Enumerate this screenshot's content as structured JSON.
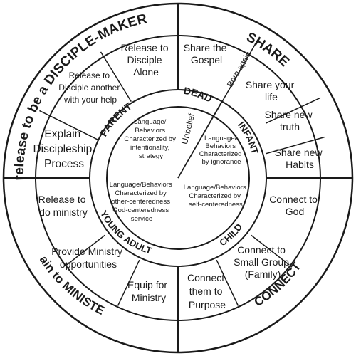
{
  "outer_ring": {
    "top_left": "release to be a DISCIPLE-MAKER",
    "top_right": "SHARE",
    "bottom_left": "Train to MINISTER",
    "bottom_right": "CONNECT"
  },
  "middle_ring": {
    "dead": "DEAD",
    "infant": "INFANT",
    "child": "CHILD",
    "young_adult": "YOUNG ADULT",
    "parent": "PARENT"
  },
  "wedge": {
    "born_again": "Born again",
    "unbelief": "Unbelief"
  },
  "outer_segments": {
    "share_gospel": [
      "Share the",
      "Gospel"
    ],
    "share_life": [
      "Share your",
      "life"
    ],
    "share_truth": [
      "Share new",
      "truth"
    ],
    "share_habits": [
      "Share new",
      "Habits"
    ],
    "connect_god": [
      "Connect to",
      "God"
    ],
    "connect_group": [
      "Connect to",
      "Small Group",
      "(Family)"
    ],
    "connect_purpose": [
      "Connect",
      "them to",
      "Purpose"
    ],
    "equip": [
      "Equip for",
      "Ministry"
    ],
    "provide": [
      "Provide Ministry",
      "opportunities"
    ],
    "release_ministry": [
      "Release to",
      "do ministry"
    ],
    "explain": [
      "Explain",
      "Discipleship",
      "Process"
    ],
    "release_help": [
      "Release to",
      "Disciple another",
      "with your help"
    ],
    "release_alone": [
      "Release to",
      "Disciple",
      "Alone"
    ]
  },
  "inner_quadrants": {
    "parent": [
      "Language/",
      "Behaviors",
      "Characterized by",
      "intentionality,",
      "strategy"
    ],
    "infant": [
      "Language/",
      "Behaviors",
      "Characterized",
      "by ignorance"
    ],
    "child": [
      "Language/Behaviors",
      "Characterized by",
      "self-centeredness"
    ],
    "young_adult": [
      "Language/Behaviors",
      "Characterized by",
      "other-centeredness",
      "God-centeredness",
      "service"
    ]
  }
}
